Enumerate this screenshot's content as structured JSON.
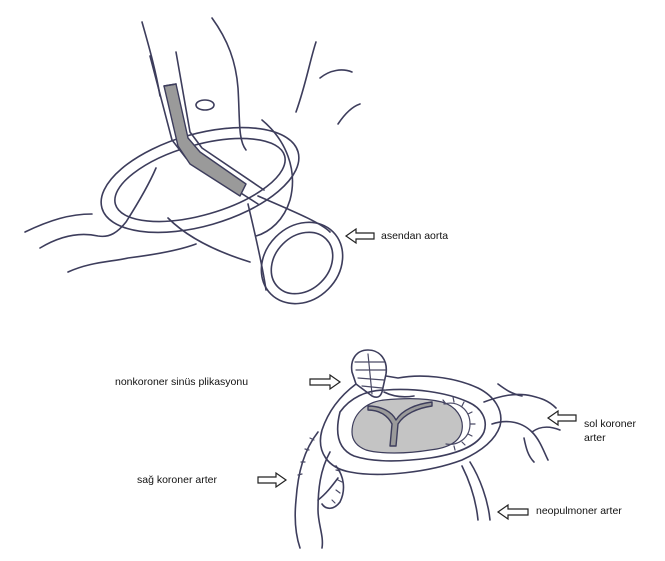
{
  "labels": {
    "ascending_aorta": "asendan aorta",
    "noncoronary_sinus_plication": "nonkoroner sinüs plikasyonu",
    "left_coronary_artery_line1": "sol koroner",
    "left_coronary_artery_line2": "arter",
    "right_coronary_artery": "sağ koroner arter",
    "neopulmonary_artery": "neopulmoner arter"
  }
}
